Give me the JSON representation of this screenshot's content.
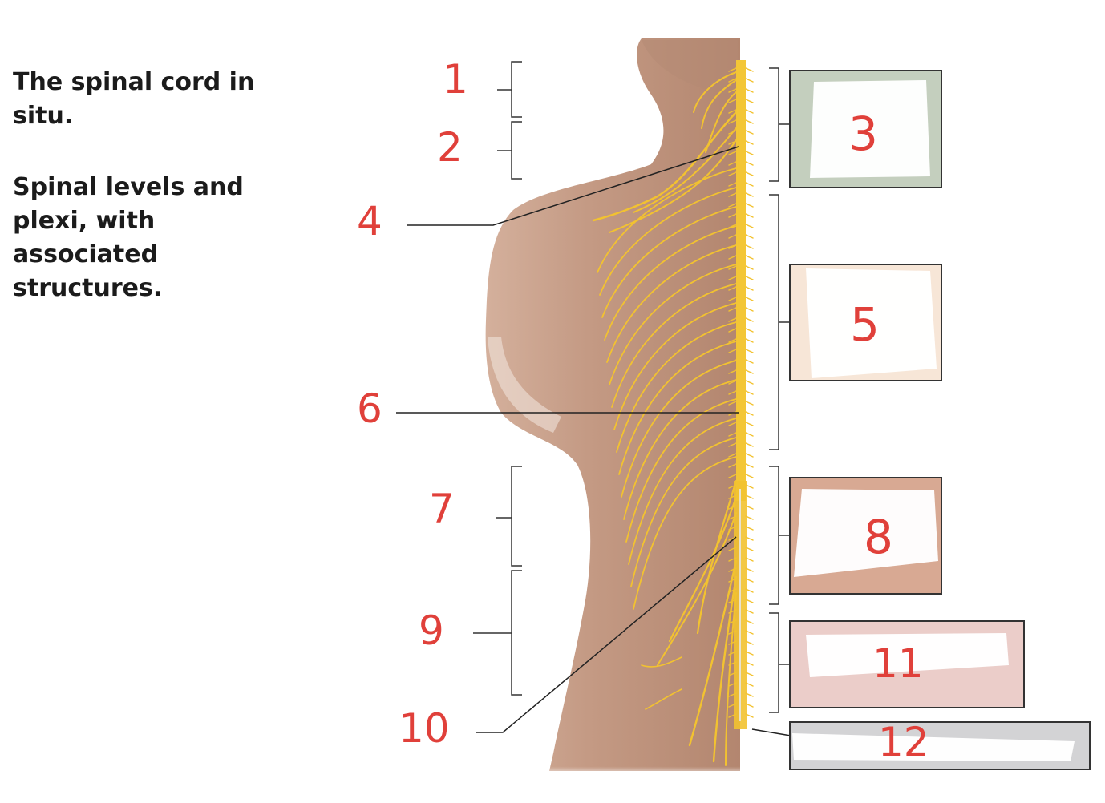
{
  "caption": {
    "title": "The spinal cord in situ.",
    "subtitle": "Spinal levels and plexi, with associated structures."
  },
  "labels": {
    "l1": "1",
    "l2": "2",
    "l3": "3",
    "l4": "4",
    "l5": "5",
    "l6": "6",
    "l7": "7",
    "l8": "8",
    "l9": "9",
    "l10": "10",
    "l11": "11",
    "l12": "12"
  },
  "colors": {
    "label_number": "#e0403a",
    "nerve": "#f2c230",
    "skin": "#caa08a",
    "box_cervical": "#c4cfbe",
    "box_thoracic": "#f7e6d7",
    "box_lumbar": "#d8a993",
    "box_sacral": "#ebcdc9",
    "box_coccygeal": "#d3d3d5"
  }
}
